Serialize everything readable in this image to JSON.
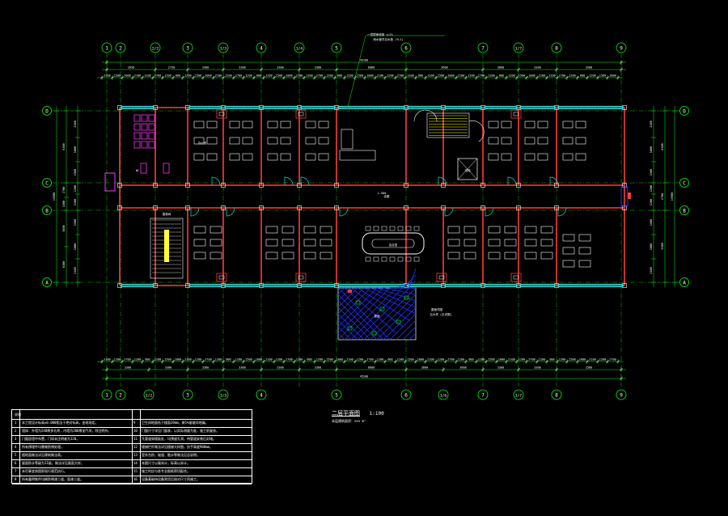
{
  "drawing": {
    "title": "二层平面图",
    "scale": "1:100",
    "subnote": "本层建筑面积：xxx m²",
    "colors": {
      "background": "#000000",
      "axis": "#00ff00",
      "wall": "#ff3b3b",
      "window": "#00e5e5",
      "furniture": "#ffffff",
      "toilet": "#ff33ff",
      "stair": "#ffff33",
      "hatch": "#2233ff"
    }
  },
  "axes": {
    "columns": [
      "1",
      "2",
      "2/2",
      "3",
      "1/3",
      "4",
      "1/4",
      "5",
      "6",
      "7",
      "1/7",
      "8",
      "9"
    ],
    "bottom_columns": [
      "1",
      "2",
      "1/2",
      "3",
      "1/3",
      "4",
      "5",
      "6",
      "1/6",
      "7",
      "1/7",
      "8",
      "9"
    ],
    "rows": [
      "D",
      "C",
      "B",
      "A"
    ]
  },
  "dimensions": {
    "overall": "45100",
    "top_bays": [
      "2650",
      "2750",
      "3300",
      "3300",
      "3300",
      "3300",
      "6000",
      "3600",
      "3600",
      "3300",
      "3300"
    ],
    "bottom_bays": [
      "3300",
      "3300",
      "3300",
      "3300",
      "3300",
      "3300",
      "6000",
      "3600",
      "3600",
      "3300",
      "3300",
      "2500"
    ],
    "left_rows": [
      "6300",
      "2700",
      "1500",
      "3600",
      "6300"
    ],
    "right_rows": [
      "6300",
      "2700",
      "5300",
      "6300"
    ],
    "tick_labels": [
      "1200",
      "1500",
      "1000",
      "2100",
      "1200",
      "2700",
      "1200",
      "600"
    ]
  },
  "rooms": [
    {
      "id": "W.C",
      "label": "WC"
    },
    {
      "id": "office",
      "label": "办公室"
    },
    {
      "id": "meeting",
      "label": "会议室"
    },
    {
      "id": "stair",
      "label": "楼梯间"
    },
    {
      "id": "elevator",
      "label": "电梯"
    },
    {
      "id": "roof",
      "label": "屋面"
    }
  ],
  "annotations": {
    "top_leader": "一层屋面坡度 i=2%",
    "top_leader2": "雨水管详见水施 (YL1)",
    "roof_label": "屋面详图",
    "roof_sub": "见大样 (见详图)",
    "corridor": "走廊",
    "corridor_dim": "1.500"
  },
  "notes": [
    {
      "no": "说明",
      "text": ""
    },
    {
      "no": "1",
      "text": "本工程设计标高±0.000相当于绝对标高，由现场定。",
      "no2": "9",
      "text2": "卫生间地面低于楼面20mm，做1%坡坡向地漏。"
    },
    {
      "no": "2",
      "text": "墙体：外墙为240厚多孔砖，内墙为200厚加气块，除注明外。",
      "no2": "10",
      "text2": "门窗尺寸详见门窗表，以实际测量为准，施工前复核。"
    },
    {
      "no": "3",
      "text": "门窗居墙中布置，门垛未注明者为120。",
      "no2": "11",
      "text2": "凡管道穿楼板处，均预留孔洞，待管道安装后封堵。"
    },
    {
      "no": "4",
      "text": "所有预埋件均需做防锈处理。",
      "no2": "12",
      "text2": "楼梯栏杆做法详见楼梯大样图，扶手高度900mm。"
    },
    {
      "no": "5",
      "text": "楼地面做法详见建筑做法表。",
      "no2": "13",
      "text2": "室外台阶、坡道、散水等做法见总说明。"
    },
    {
      "no": "6",
      "text": "屋面防水等级为II级，做法详见屋面大样。",
      "no2": "14",
      "text2": "本图尺寸以毫米计，标高以米计。"
    },
    {
      "no": "7",
      "text": "未尽事宜按国家现行规范执行。",
      "no2": "15",
      "text2": "施工时应与各专业图纸密切配合。"
    },
    {
      "no": "8",
      "text": "所有露明铁件均刷防锈漆二道，面漆二道。",
      "no2": "16",
      "text2": "设备基础待设备到货后核对尺寸再施工。"
    }
  ]
}
